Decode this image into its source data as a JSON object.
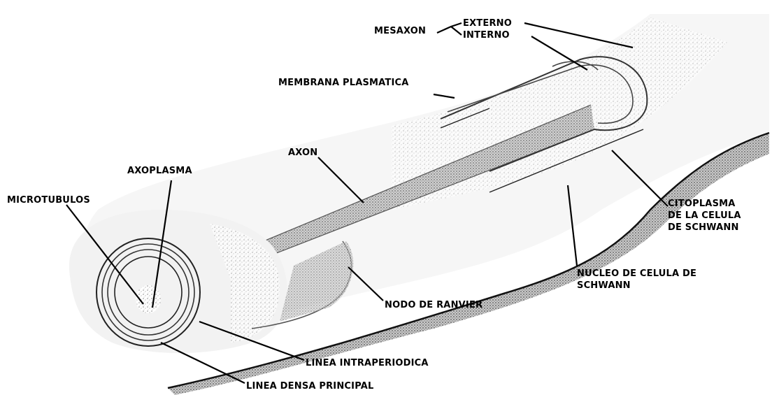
{
  "labels": {
    "mesaxon": "MESAXON",
    "externo": "EXTERNO",
    "interno": "INTERNO",
    "membrana": "MEMBRANA PLASMATICA",
    "axon": "AXON",
    "axoplasma": "AXOPLASMA",
    "microtubulos": "MICROTUBULOS",
    "citoplasma": "CITOPLASMA\nDE LA CELULA\nDE SCHWANN",
    "nucleo": "NUCLEO DE CELULA DE\nSCHWANN",
    "nodo": "NODO DE RANVIER",
    "linea_intra": "LINEA INTRAPERIODICA",
    "linea_densa": "LINEA DENSA PRINCIPAL"
  },
  "colors": {
    "ink": "#000000",
    "shade": "#9a9a9a",
    "light_shade": "#d6d6d6",
    "background": "#ffffff"
  }
}
